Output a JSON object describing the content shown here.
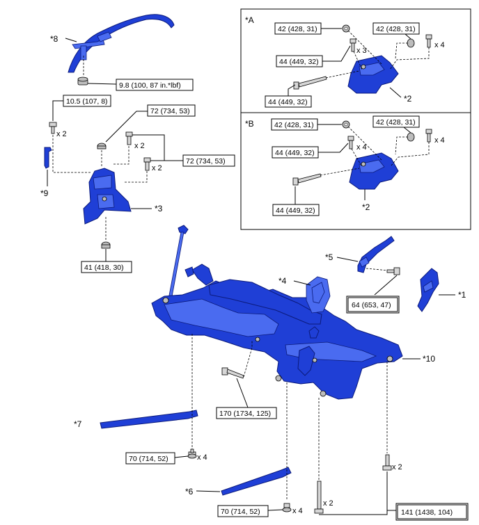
{
  "callouts": {
    "c1": "*1",
    "c2a": "*2",
    "c2b": "*2",
    "c3": "*3",
    "c4": "*4",
    "c5": "*5",
    "c6": "*6",
    "c7": "*7",
    "c8": "*8",
    "c9": "*9",
    "c10": "*10"
  },
  "insets": {
    "a_label": "*A",
    "b_label": "*B"
  },
  "torques": {
    "t_9_8": "9.8 (100, 87 in.*lbf)",
    "t_10_5": "10.5 (107, 8)",
    "t_72_top": "72 (734, 53)",
    "t_72_right": "72 (734, 53)",
    "t_41": "41 (418, 30)",
    "t_64": "64 (653, 47)",
    "t_170": "170 (1734, 125)",
    "t_70_upper": "70 (714, 52)",
    "t_70_lower": "70 (714, 52)",
    "t_141": "141 (1438, 104)",
    "a_42_left": "42 (428, 31)",
    "a_42_right": "42 (428, 31)",
    "a_44_mid": "44 (449, 32)",
    "a_44_low": "44 (449, 32)",
    "b_42_left": "42 (428, 31)",
    "b_42_right": "42 (428, 31)",
    "b_44_mid": "44 (449, 32)",
    "b_44_low": "44 (449, 32)"
  },
  "quantities": {
    "q_x2_a": "x 2",
    "q_x2_b": "x 2",
    "q_x2_c": "x 2",
    "q_x2_d": "x 2",
    "q_x4_e": "x 4",
    "q_x4_f": "x 4",
    "q_x2_g": "x 2",
    "a_x3": "x 3",
    "a_x4": "x 4",
    "b_x4_mid": "x 4",
    "b_x4_right": "x 4"
  }
}
